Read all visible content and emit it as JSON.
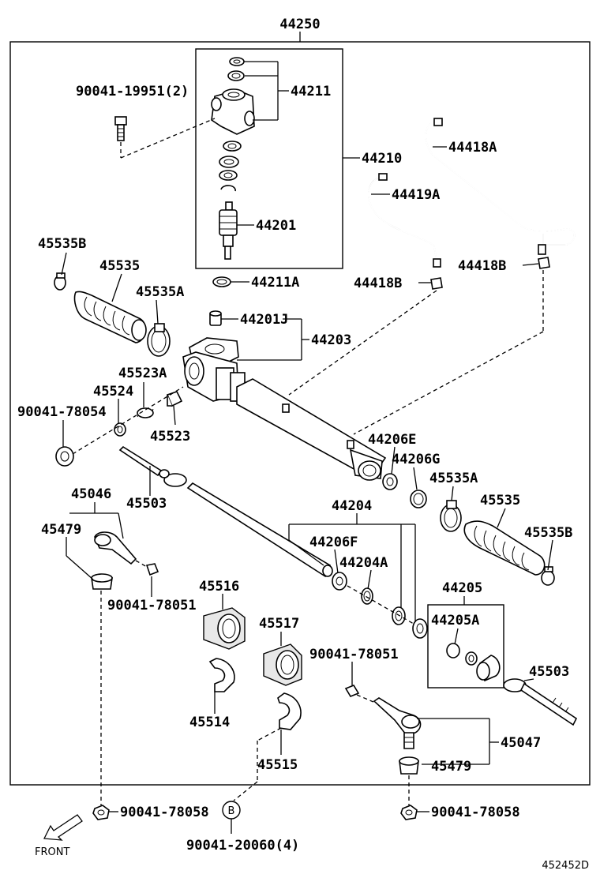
{
  "labels": {
    "l44250": "44250",
    "l90041_19951": "90041-19951(2)",
    "l44211": "44211",
    "l44210": "44210",
    "l44418A": "44418A",
    "l44419A": "44419A",
    "l44201": "44201",
    "l45535B_top": "45535B",
    "l45535_top": "45535",
    "l44211A": "44211A",
    "l44418B_left": "44418B",
    "l44418B_right": "44418B",
    "l45535A_top": "45535A",
    "l44201J": "44201J",
    "l44203": "44203",
    "l45523A": "45523A",
    "l45524": "45524",
    "l90041_78054": "90041-78054",
    "l45523": "45523",
    "l44206E": "44206E",
    "l44206G": "44206G",
    "l45535A_right": "45535A",
    "l45535_right": "45535",
    "l45503_left": "45503",
    "l45046": "45046",
    "l45479_left": "45479",
    "l44204": "44204",
    "l44206F": "44206F",
    "l44204A": "44204A",
    "l45535B_right": "45535B",
    "l90041_78051_left": "90041-78051",
    "l45516": "45516",
    "l44205": "44205",
    "l44205A": "44205A",
    "l45517": "45517",
    "l90041_78051_mid": "90041-78051",
    "l45503_right": "45503",
    "l45514": "45514",
    "l45047": "45047",
    "l45515": "45515",
    "l45479_right": "45479",
    "l90041_78058_left": "90041-78058",
    "l90041_78058_right": "90041-78058",
    "l90041_20060": "90041-20060(4)",
    "circle_b": "B",
    "front": "FRONT",
    "diagram_id": "452452D"
  }
}
